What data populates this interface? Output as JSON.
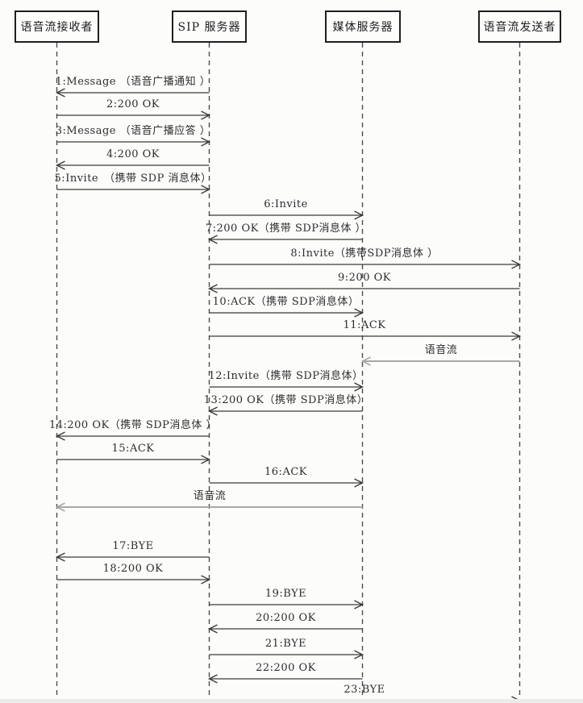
{
  "diagram": {
    "type": "uml-sequence",
    "description": "SIP voice broadcast signaling flow"
  },
  "participants": [
    {
      "id": "voice-receiver",
      "label": "语音流接收者"
    },
    {
      "id": "sip-server",
      "label": "SIP 服务器"
    },
    {
      "id": "media-server",
      "label": "媒体服务器"
    },
    {
      "id": "voice-sender",
      "label": "语音流发送者"
    }
  ],
  "messages": [
    {
      "label": "1:Message （语音广播通知 ）",
      "from": 1,
      "to": 0,
      "kind": "signal"
    },
    {
      "label": "2:200  OK",
      "from": 0,
      "to": 1,
      "kind": "signal"
    },
    {
      "label": "3:Message （语音广播应答 ）",
      "from": 0,
      "to": 1,
      "kind": "signal"
    },
    {
      "label": "4:200  OK",
      "from": 1,
      "to": 0,
      "kind": "signal"
    },
    {
      "label": "5:Invite　（携带 SDP 消息体）",
      "from": 0,
      "to": 1,
      "kind": "signal"
    },
    {
      "label": "6:Invite",
      "from": 1,
      "to": 2,
      "kind": "signal"
    },
    {
      "label": "7:200 OK（携带 SDP消息体 ）",
      "from": 2,
      "to": 1,
      "kind": "signal"
    },
    {
      "label": "8:Invite（携带SDP消息体 ）",
      "from": 1,
      "to": 3,
      "kind": "signal"
    },
    {
      "label": "9:200  OK",
      "from": 3,
      "to": 1,
      "kind": "signal"
    },
    {
      "label": "10:ACK（携带 SDP消息体）",
      "from": 1,
      "to": 2,
      "kind": "signal"
    },
    {
      "label": "11:ACK",
      "from": 1,
      "to": 3,
      "kind": "signal"
    },
    {
      "label": "语音流",
      "from": 3,
      "to": 2,
      "kind": "stream"
    },
    {
      "label": "12:Invite（携带 SDP消息体）",
      "from": 1,
      "to": 2,
      "kind": "signal"
    },
    {
      "label": "13:200 OK（携带 SDP消息体）",
      "from": 2,
      "to": 1,
      "kind": "signal"
    },
    {
      "label": "14:200  OK（携带 SDP消息体 ）",
      "from": 1,
      "to": 0,
      "kind": "signal"
    },
    {
      "label": "15:ACK",
      "from": 0,
      "to": 1,
      "kind": "signal"
    },
    {
      "label": "16:ACK",
      "from": 1,
      "to": 2,
      "kind": "signal"
    },
    {
      "label": "语音流",
      "from": 2,
      "to": 0,
      "kind": "stream"
    },
    {
      "label": "17:BYE",
      "from": 1,
      "to": 0,
      "kind": "signal"
    },
    {
      "label": "18:200 OK",
      "from": 0,
      "to": 1,
      "kind": "signal"
    },
    {
      "label": "19:BYE",
      "from": 1,
      "to": 2,
      "kind": "signal"
    },
    {
      "label": "20:200  OK",
      "from": 2,
      "to": 1,
      "kind": "signal"
    },
    {
      "label": "21:BYE",
      "from": 1,
      "to": 2,
      "kind": "signal"
    },
    {
      "label": "22:200  OK",
      "from": 2,
      "to": 1,
      "kind": "signal"
    },
    {
      "label": "23:BYE",
      "from": 1,
      "to": 3,
      "kind": "signal"
    }
  ],
  "colors": {
    "background": "#fcfcfb",
    "box_border": "#1f1f1f",
    "lifeline": "#4d4d4d",
    "arrow": "#3b3b3b",
    "stream_arrow": "#a8a8a8",
    "text": "#2d2d2d"
  }
}
